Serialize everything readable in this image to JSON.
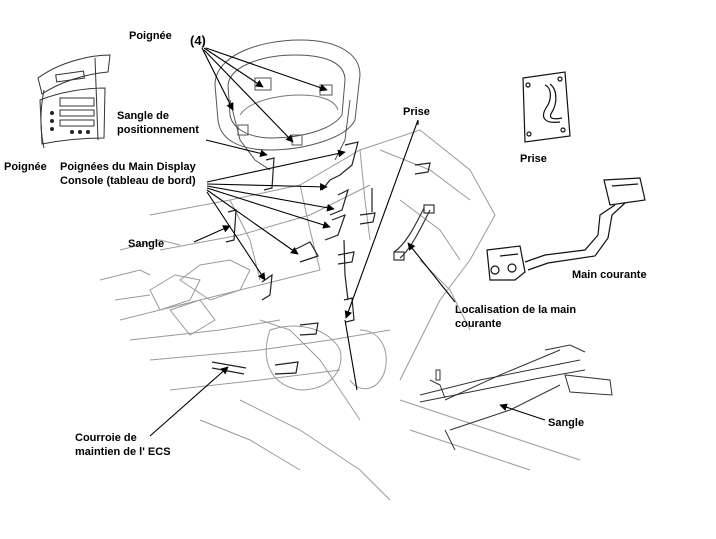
{
  "labels": {
    "poignee_top": "Poignée",
    "count_four": "(4)",
    "sangle_pos_1": "Sangle de",
    "sangle_pos_2": "positionnement",
    "poignee_left": "Poignée",
    "poignees_mdc_1": "Poignées du Main Display",
    "poignees_mdc_2": "Console (tableau de bord)",
    "sangle_left": "Sangle",
    "prise_center": "Prise",
    "prise_right": "Prise",
    "main_courante": "Main courante",
    "localisation_1": "Localisation de la main",
    "localisation_2": "courante",
    "sangle_bottom": "Sangle",
    "courroie_1": "Courroie de",
    "courroie_2": "maintien de l' ECS"
  },
  "colors": {
    "ink": "#000000",
    "line": "#222222",
    "faint": "#9a9a9a",
    "paper": "#ffffff"
  }
}
